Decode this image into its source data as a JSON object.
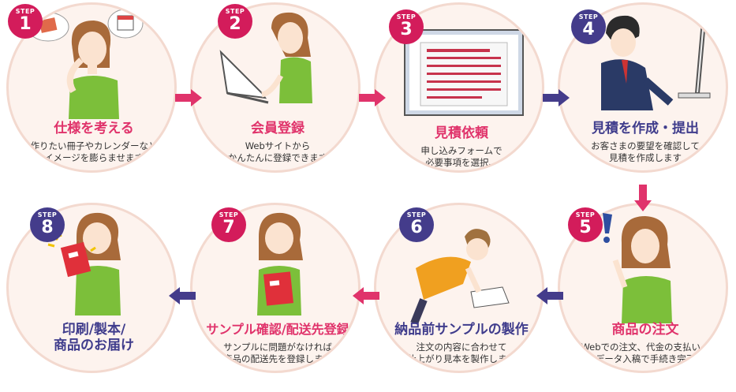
{
  "colors": {
    "pink": "#e0336b",
    "navy": "#3f3c8b",
    "circle_bg": "#fdf3ee"
  },
  "steps": [
    {
      "label": "STEP",
      "num": "1",
      "title": "仕様を考える",
      "desc": "作りたい冊子やカレンダーなど\nイメージを膨らませます",
      "color": "pink",
      "illustration": "thinking-woman"
    },
    {
      "label": "STEP",
      "num": "2",
      "title": "会員登録",
      "desc": "Webサイトから\nかんたんに登録できます",
      "color": "pink",
      "illustration": "woman-laptop"
    },
    {
      "label": "STEP",
      "num": "3",
      "title": "見積依頼",
      "desc": "申し込みフォームで\n必要事項を選択、\n入力していきます",
      "color": "pink",
      "illustration": "form-screen"
    },
    {
      "label": "STEP",
      "num": "4",
      "title": "見積を作成・提出",
      "desc": "お客さまの要望を確認して\n見積を作成します",
      "color": "navy",
      "illustration": "man-computer"
    },
    {
      "label": "STEP",
      "num": "5",
      "title": "商品の注文",
      "desc": "Webでの注文、代金の支払い、\nデータ入稿で手続き完了",
      "color": "pink",
      "illustration": "woman-idea"
    },
    {
      "label": "STEP",
      "num": "6",
      "title": "納品前サンプルの製作",
      "desc": "注文の内容に合わせて\n仕上がり見本を製作します",
      "color": "navy",
      "illustration": "man-working"
    },
    {
      "label": "STEP",
      "num": "7",
      "title": "サンプル確認/配送先登録",
      "desc": "サンプルに問題がなければ\n商品の配送先を登録します",
      "color": "pink",
      "illustration": "woman-book"
    },
    {
      "label": "STEP",
      "num": "8",
      "title": "印刷/製本/\n商品のお届け",
      "desc": "",
      "color": "navy",
      "illustration": "woman-happy"
    }
  ]
}
